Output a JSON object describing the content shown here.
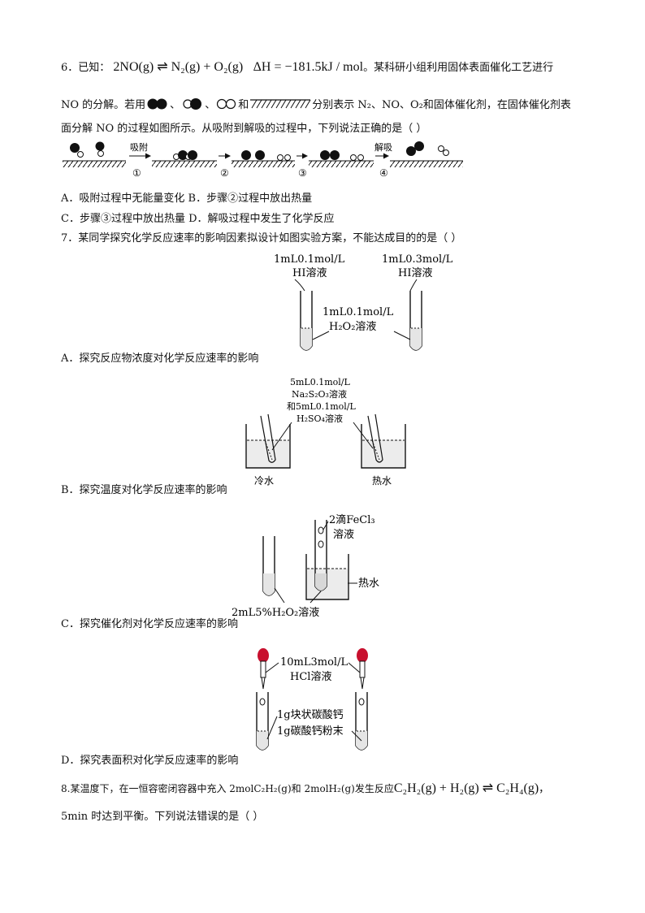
{
  "q6": {
    "line1_prefix": "6．已知：",
    "equation": "2NO(g) ⇌ N₂(g) + O₂(g)",
    "delta_h": "ΔH = −181.5kJ / mol",
    "line1_suffix": "。某科研小组利用固体表面催化工艺进行",
    "line2_a": "NO 的分解。若用",
    "line2_sep1": "、",
    "line2_sep2": "、",
    "line2_and": "和",
    "line2_b": "分别表示 N₂、NO、O₂和固体催化剂，在固体催化剂表",
    "line3": "面分解 NO 的过程如图所示。从吸附到解吸的过程中，下列说法正确的是（      ）",
    "diagram": {
      "adsorb_label": "吸附",
      "desorb_label": "解吸",
      "steps": [
        "①",
        "②",
        "③",
        "④"
      ]
    },
    "options": [
      "A．吸附过程中无能量变化 B．步骤②过程中放出热量",
      "C．步骤③过程中放出热量 D．解吸过程中发生了化学反应"
    ]
  },
  "q7": {
    "stem": "7．某同学探究化学反应速率的影响因素拟设计如图实验方案，不能达成目的的是（      ）",
    "a": {
      "left_label_1": "1mL0.1mol/L",
      "left_label_2": "HI溶液",
      "right_label_1": "1mL0.3mol/L",
      "right_label_2": "HI溶液",
      "mid_label_1": "1mL0.1mol/L",
      "mid_label_2": "H₂O₂溶液",
      "option": "A．探究反应物浓度对化学反应速率的影响"
    },
    "b": {
      "label_1": "5mL0.1mol/L",
      "label_2": "Na₂S₂O₃溶液",
      "label_3": "和5mL0.1mol/L",
      "label_4": "H₂SO₄溶液",
      "cold": "冷水",
      "hot": "热水",
      "option": "B．探究温度对化学反应速率的影响"
    },
    "c": {
      "drops_1": "2滴FeCl₃",
      "drops_2": "溶液",
      "hot_water": "热水",
      "solution": "2mL5%H₂O₂溶液",
      "option": "C．探究催化剂对化学反应速率的影响"
    },
    "d": {
      "acid_1": "10mL3mol/L",
      "acid_2": "HCl溶液",
      "solid_1": "1g块状碳酸钙",
      "solid_2": "1g碳酸钙粉末",
      "option": "D．探究表面积对化学反应速率的影响"
    }
  },
  "q8": {
    "line1_a": "8.某温度下，在一恒容密闭容器中充入 2molC₂H₂(g)和 2molH₂(g)发生反应",
    "equation": "C₂H₂(g) + H₂(g) ⇌ C₂H₄(g)",
    "line1_end": "，",
    "line2": "5min 时达到平衡。下列说法错误的是（      ）"
  }
}
